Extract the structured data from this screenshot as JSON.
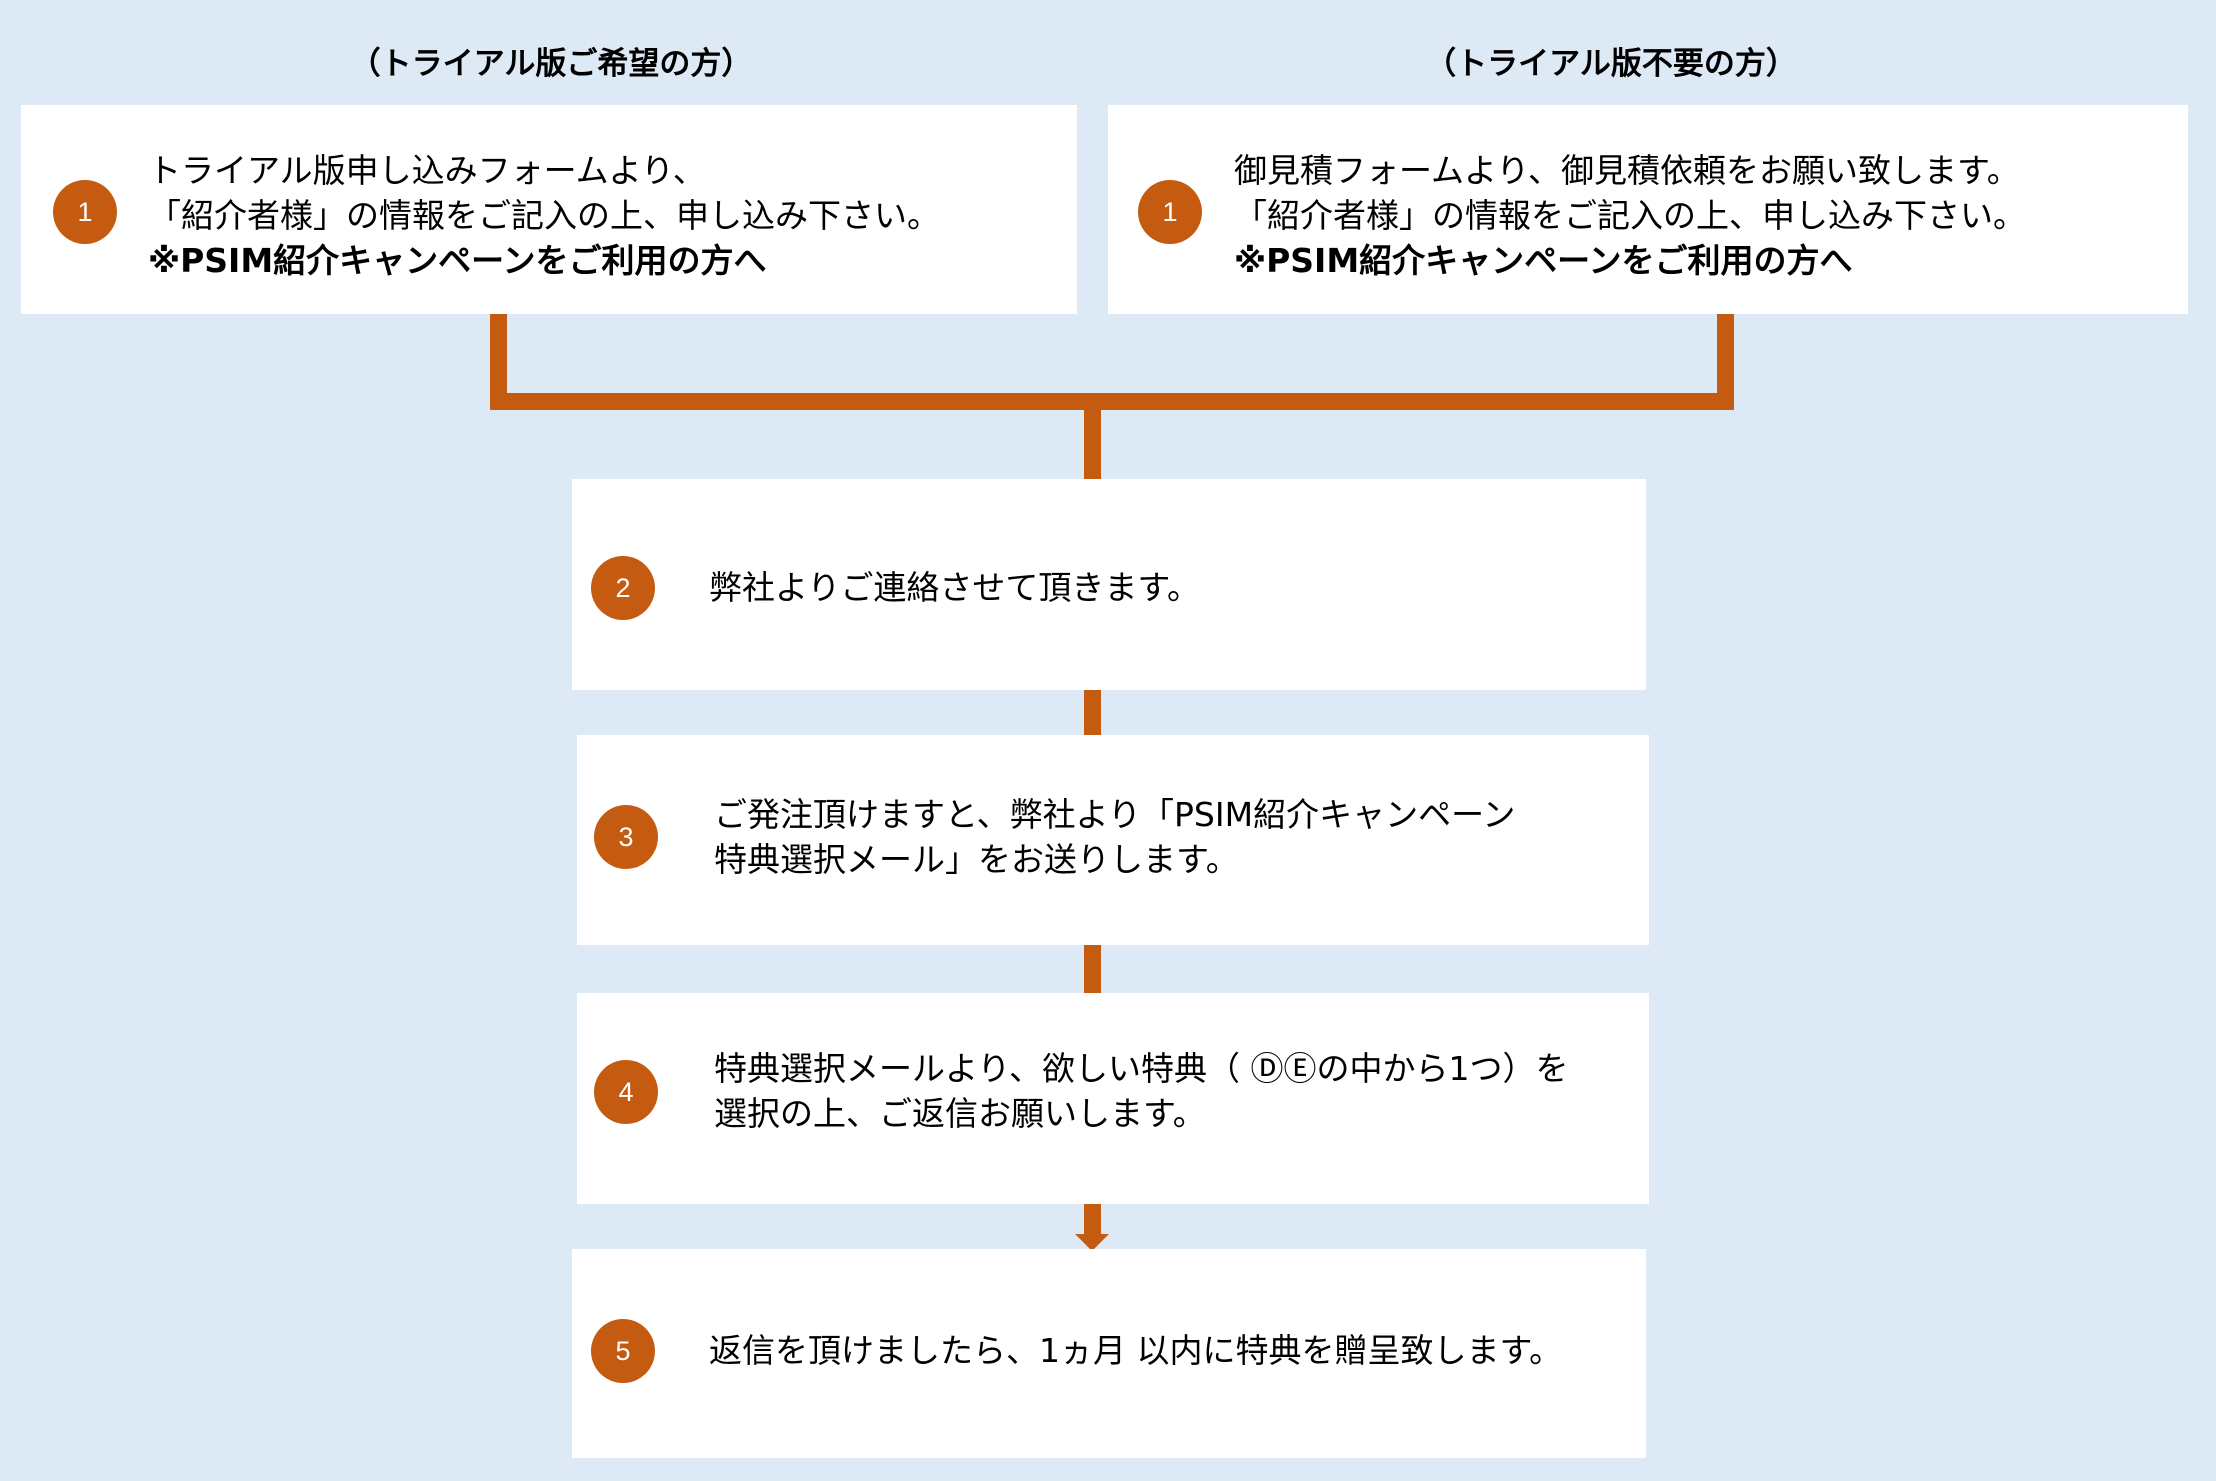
{
  "colors": {
    "background": "#dde9f5",
    "accent": "#c55a11",
    "box": "#ffffff"
  },
  "headers": {
    "left": "（トライアル版ご希望の方）",
    "right": "（トライアル版不要の方）"
  },
  "steps": {
    "trial_form": {
      "number": "1",
      "lines": [
        "トライアル版申し込みフォームより、",
        "「紹介者様」の情報をご記入の上、申し込み下さい。",
        "※PSIM紹介キャンペーンをご利用の方へ"
      ]
    },
    "quote_form": {
      "number": "1",
      "lines": [
        "御見積フォームより、御見積依頼をお願い致します。",
        "「紹介者様」の情報をご記入の上、申し込み下さい。",
        "※PSIM紹介キャンペーンをご利用の方へ"
      ]
    },
    "contact": {
      "number": "2",
      "lines": [
        "弊社よりご連絡させて頂きます。"
      ]
    },
    "order": {
      "number": "3",
      "lines": [
        "ご発注頂けますと、弊社より「PSIM紹介キャンペーン",
        "特典選択メール」をお送りします。"
      ]
    },
    "select": {
      "number": "4",
      "lines": [
        "特典選択メールより、欲しい特典（ ⒹⒺの中から1つ）を",
        "選択の上、ご返信お願いします。"
      ]
    },
    "gift": {
      "number": "5",
      "lines": [
        "返信を頂けましたら、1ヵ月 以内に特典を贈呈致します。"
      ]
    }
  }
}
